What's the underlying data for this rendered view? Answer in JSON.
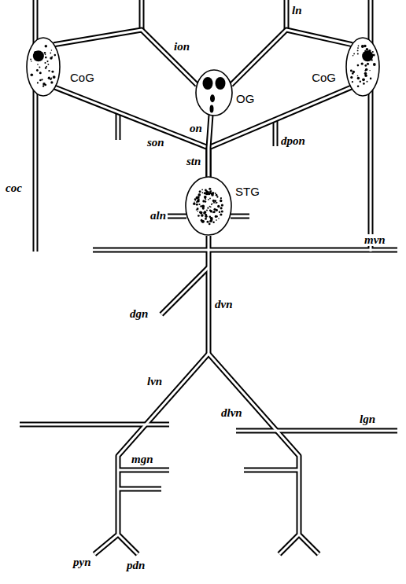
{
  "diagram": {
    "nodes": [
      {
        "text": [
          "CoG"
        ]
      },
      {
        "text": [
          "OG"
        ]
      },
      {
        "text": [
          "CoG"
        ]
      },
      {
        "text": [
          "STG"
        ]
      }
    ],
    "edges": [
      {
        "from": 0,
        "to": 1,
        "arrow": "none",
        "label": "ion"
      },
      {
        "from": 2,
        "to": 1,
        "arrow": "none"
      },
      {
        "from": 0,
        "to": 3,
        "arrow": "none",
        "label": "son"
      },
      {
        "from": 2,
        "to": 3,
        "arrow": "none"
      },
      {
        "from": 1,
        "to": 3,
        "arrow": "none",
        "label": "on"
      }
    ],
    "labels": [
      "ln",
      "coc",
      "dpon",
      "stn",
      "aln",
      "mvn",
      "dgn",
      "dvn",
      "lvn",
      "dlvn",
      "lgn",
      "mgn",
      "pyn",
      "pdn"
    ]
  }
}
